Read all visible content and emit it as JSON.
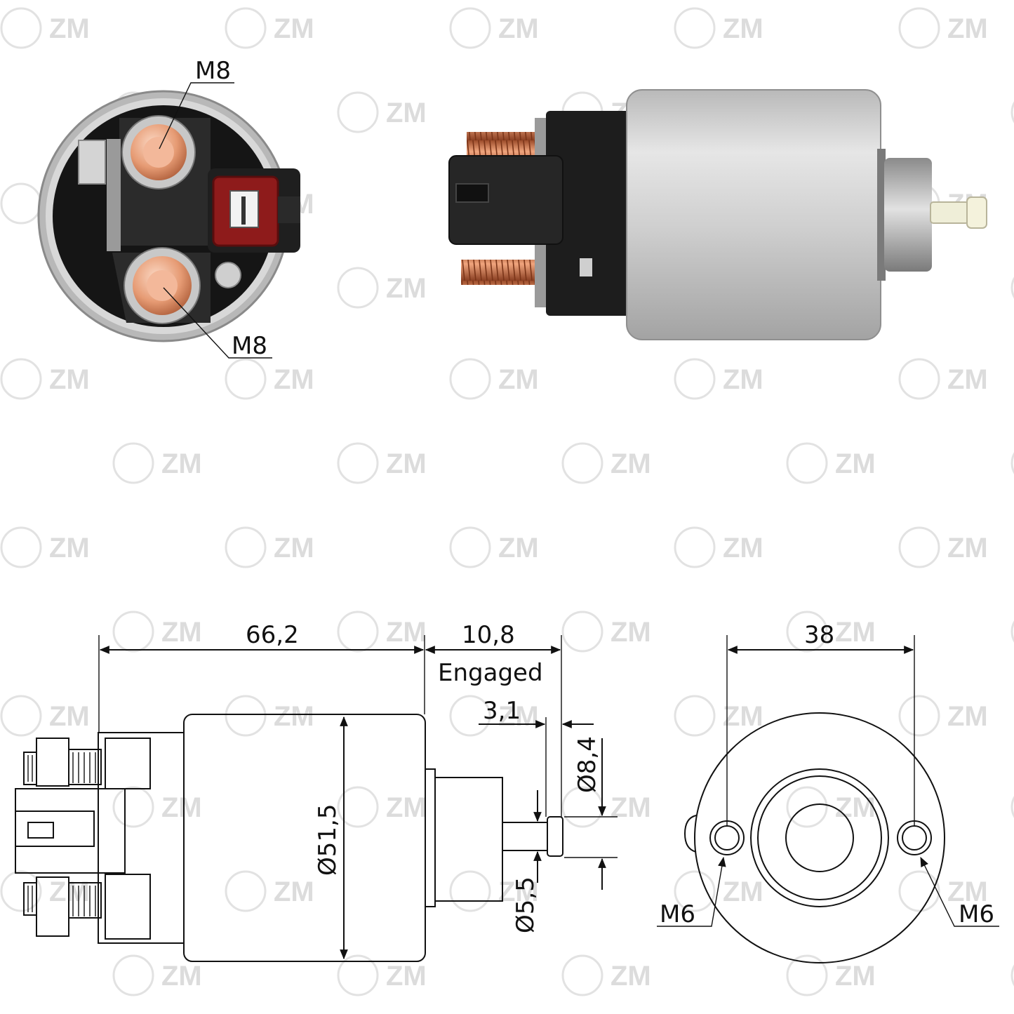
{
  "photo_labels": {
    "terminal_top": "M8",
    "terminal_bottom": "M8"
  },
  "dimensions": {
    "body_length": "66,2",
    "stroke": "10,8",
    "stroke_state": "Engaged",
    "plunger_cap": "3,1",
    "cap_diameter": "Ø8,4",
    "body_diameter": "Ø51,5",
    "rod_diameter": "Ø5,5",
    "hole_spacing": "38",
    "hole_left": "M6",
    "hole_right": "M6"
  },
  "watermark": "ZM",
  "colors": {
    "copper": "#d9825a",
    "housing": "#c9c9c9",
    "plastic": "#2a2a2a",
    "connector_red": "#8e1b1b"
  }
}
